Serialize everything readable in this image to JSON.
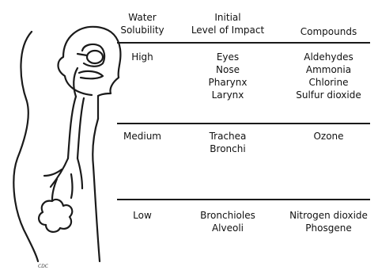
{
  "header": {
    "solubility": [
      "Water",
      "Solubility"
    ],
    "impact": [
      "Initial",
      "Level of Impact"
    ],
    "compounds": "Compounds"
  },
  "rows": [
    {
      "solubility": "High",
      "impact": [
        "Eyes",
        "Nose",
        "Pharynx",
        "Larynx"
      ],
      "compounds": [
        "Aldehydes",
        "Ammonia",
        "Chlorine",
        "Sulfur dioxide"
      ]
    },
    {
      "solubility": "Medium",
      "impact": [
        "Trachea",
        "Bronchi"
      ],
      "compounds": [
        "Ozone"
      ]
    },
    {
      "solubility": "Low",
      "impact": [
        "Bronchioles",
        "Alveoli"
      ],
      "compounds": [
        "Nitrogen dioxide",
        "Phosgene"
      ]
    }
  ],
  "credit": "CDC"
}
